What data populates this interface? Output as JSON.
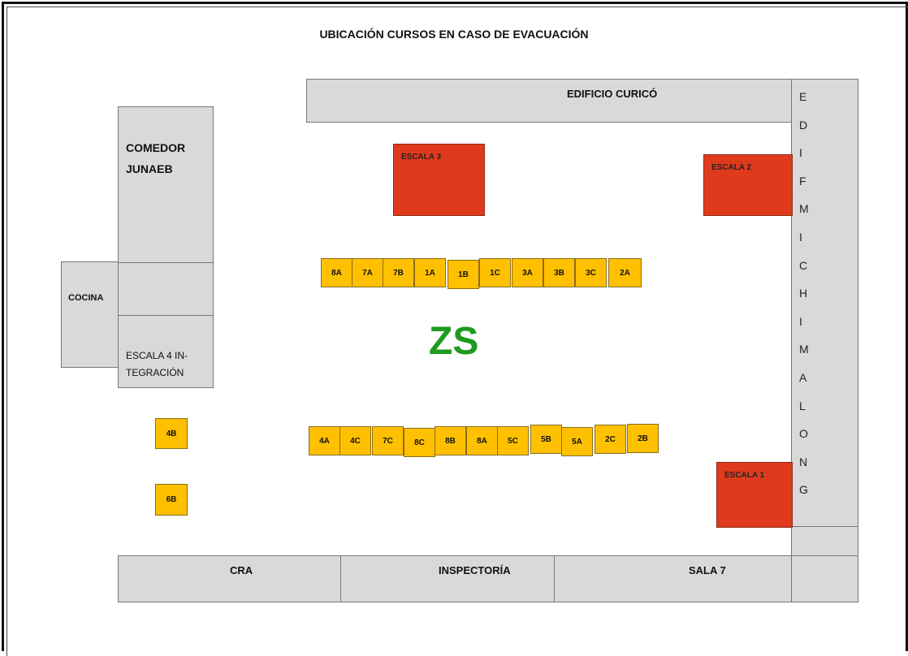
{
  "title": "UBICACIÓN CURSOS EN CASO DE EVACUACIÓN",
  "buildings": {
    "edificio_curico": "EDIFICIO CURICÓ",
    "edificio_chimalong_letters": [
      "E",
      "D",
      "I",
      "F",
      "M",
      "I",
      "C",
      "H",
      "I",
      "M",
      "A",
      "L",
      "O",
      "N",
      "G"
    ],
    "comedor_line1": "COMEDOR",
    "comedor_line2": "JUNAEB",
    "cocina": "COCINA",
    "escala4_line1": "ESCALA  4 IN-",
    "escala4_line2": "TEGRACIÓN",
    "cra": "CRA",
    "inspectoria": "INSPECTORÍA",
    "sala7": "SALA 7"
  },
  "stairs": {
    "escala1": "ESCALA 1",
    "escala2": "ESCALA 2",
    "escala3": "ESCALA 3"
  },
  "zone_label": "ZS",
  "courses": {
    "top_row": [
      "8A",
      "7A",
      "7B",
      "1A",
      "1B",
      "1C",
      "3A",
      "3B",
      "3C",
      "2A"
    ],
    "bottom_row": [
      "4A",
      "4C",
      "7C",
      "8C",
      "8B",
      "8A",
      "5C",
      "5B",
      "5A",
      "2C",
      "2B"
    ],
    "left_column": [
      "4B",
      "6B"
    ]
  },
  "colors": {
    "building_fill": "#d9d9d9",
    "stair_fill": "#e03a1c",
    "course_fill": "#ffc000",
    "zone_text": "#1f9a1f"
  }
}
